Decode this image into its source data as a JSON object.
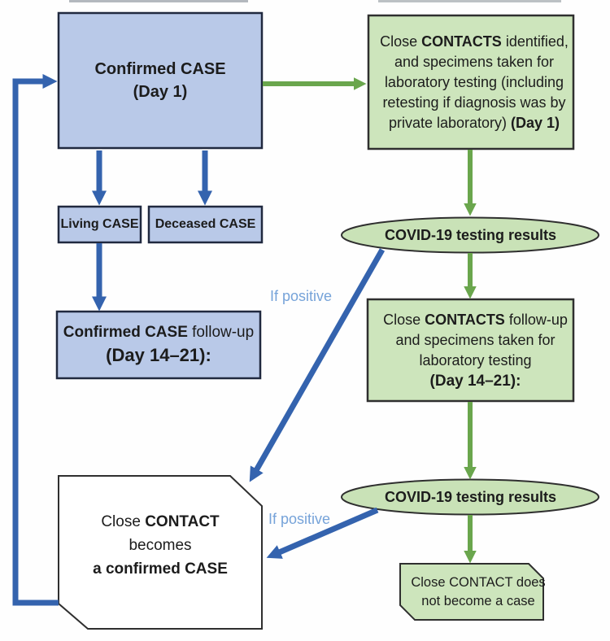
{
  "diagram_type": "flowchart",
  "topic": "COVID-19 confirmed case and close contact follow-up workflow",
  "colors": {
    "case_box_fill": "#b9c9e8",
    "case_box_border": "#20293f",
    "contact_box_fill": "#cde5bc",
    "contact_box_border": "#2f2f2f",
    "case_arrow_blue": "#3463ae",
    "contact_arrow_green": "#6aa64d",
    "condition_label_blue": "#76a3d9",
    "outcome_box_fill": "#ffffff"
  },
  "nodes": {
    "confirmed_case": {
      "line1": "Confirmed CASE",
      "line2": "(Day 1)"
    },
    "close_contacts_identified": {
      "pre": "Close ",
      "bold1": "CONTACTS",
      "rest": " identified, and specimens taken for laboratory testing (including retesting if diagnosis was by private laboratory) ",
      "bold2": "(Day 1)"
    },
    "living_case": {
      "label": "Living CASE"
    },
    "deceased_case": {
      "label": "Deceased CASE"
    },
    "confirmed_case_followup": {
      "bold1": "Confirmed CASE",
      "rest": " follow-up",
      "line2": "(Day 14–21):"
    },
    "testing_results_1": {
      "label": "COVID-19 testing results"
    },
    "close_contacts_followup": {
      "pre": "Close ",
      "bold1": "CONTACTS",
      "rest": " follow-up and specimens taken for laboratory testing",
      "line2": "(Day 14–21):"
    },
    "testing_results_2": {
      "label": "COVID-19 testing results"
    },
    "contact_not_case": {
      "label": "Close CONTACT does not become a case"
    },
    "contact_becomes_case": {
      "pre": "Close ",
      "bold1": "CONTACT",
      "line2": "becomes",
      "line3": "a confirmed CASE"
    }
  },
  "edge_labels": {
    "if_positive_1": "If positive",
    "if_positive_2": "If positive"
  }
}
